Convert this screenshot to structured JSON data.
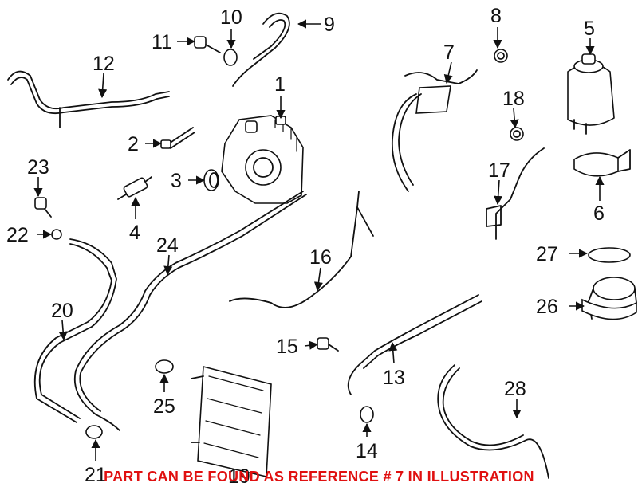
{
  "callouts": [
    "1",
    "2",
    "3",
    "4",
    "5",
    "6",
    "7",
    "8",
    "9",
    "10",
    "11",
    "12",
    "13",
    "14",
    "15",
    "16",
    "17",
    "18",
    "19",
    "20",
    "21",
    "22",
    "23",
    "24",
    "25",
    "26",
    "27",
    "28"
  ],
  "footer_note": "PART CAN BE FOUND AS REFERENCE # 7 IN ILLUSTRATION",
  "colors": {
    "line": "#111111",
    "footer": "#e01010",
    "background": "#ffffff"
  }
}
